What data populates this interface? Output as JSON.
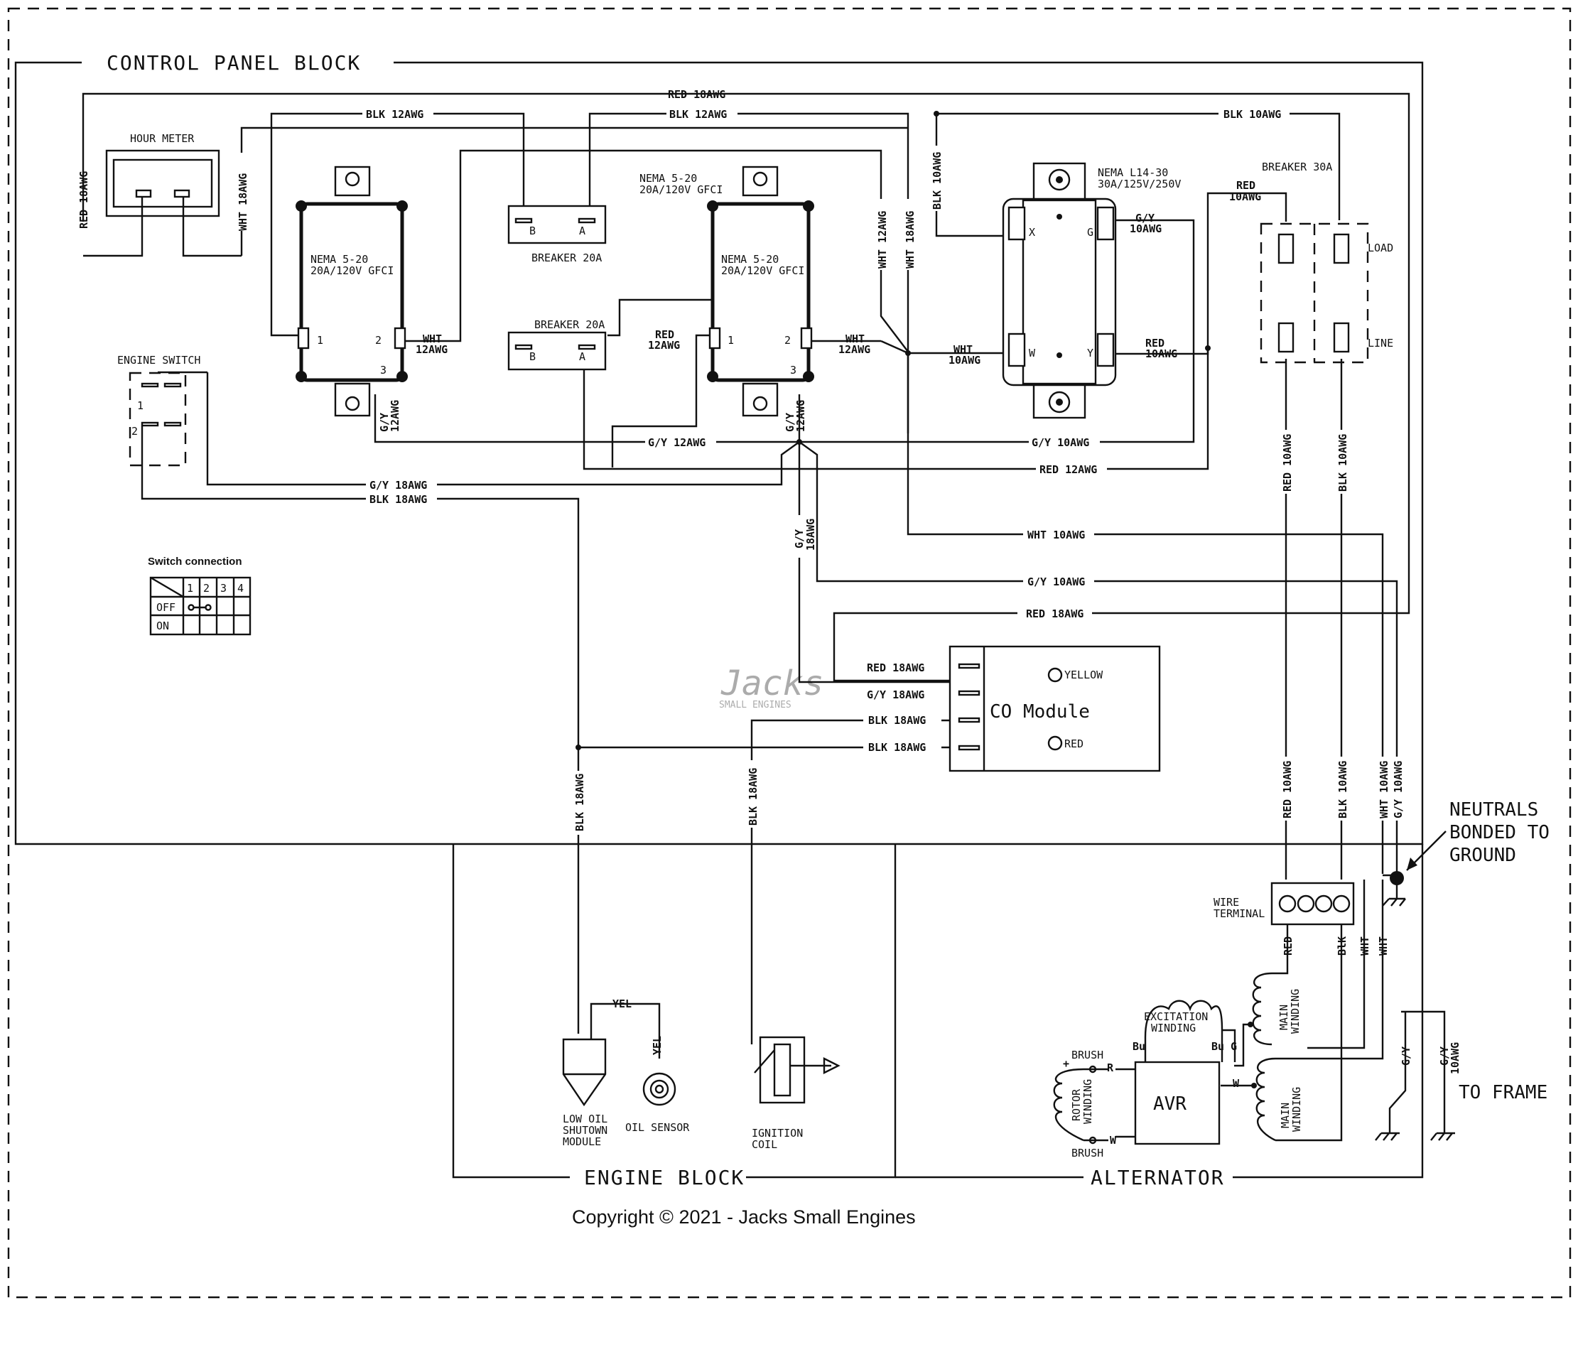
{
  "blocks": {
    "control_panel": "CONTROL PANEL BLOCK",
    "engine": "ENGINE BLOCK",
    "alternator": "ALTERNATOR"
  },
  "components": {
    "hour_meter": "HOUR METER",
    "engine_switch": "ENGINE SWITCH",
    "gfci_left": [
      "NEMA 5-20",
      "20A/120V GFCI"
    ],
    "gfci_right_top": [
      "NEMA 5-20",
      "20A/120V GFCI"
    ],
    "gfci_right": [
      "NEMA 5-20",
      "20A/120V GFCI"
    ],
    "breaker_top": "BREAKER 20A",
    "breaker_mid": "BREAKER 20A",
    "l14_30": [
      "NEMA L14-30",
      "30A/125V/250V"
    ],
    "breaker_30": "BREAKER 30A",
    "breaker_30_load": "LOAD",
    "breaker_30_line": "LINE",
    "co_module": "CO Module",
    "co_yellow": "YELLOW",
    "co_red": "RED",
    "wire_terminal": [
      "WIRE",
      "TERMINAL"
    ],
    "low_oil": [
      "LOW OIL",
      "SHUTOWN",
      "MODULE"
    ],
    "oil_sensor": "OIL SENSOR",
    "ignition_coil": [
      "IGNITION",
      "COIL"
    ],
    "excitation": [
      "EXCITATION",
      "WINDING"
    ],
    "rotor": [
      "ROTOR",
      "WINDING"
    ],
    "main_winding": [
      "MAIN",
      "WINDING"
    ],
    "brush": "BRUSH",
    "avr": "AVR",
    "neutrals": [
      "NEUTRALS",
      "BONDED TO",
      "GROUND"
    ],
    "to_frame": "TO FRAME"
  },
  "terminals": {
    "a": "A",
    "b": "B",
    "x": "X",
    "y": "Y",
    "w": "W",
    "g": "G",
    "one": "1",
    "two": "2",
    "three": "3",
    "four": "4",
    "plus": "+",
    "r": "R",
    "bu": "Bu"
  },
  "switch_table": {
    "title": "Switch connection",
    "cols": [
      "1",
      "2",
      "3",
      "4"
    ],
    "rows": [
      "OFF",
      "ON"
    ]
  },
  "wires": {
    "red18": "RED 18AWG",
    "blk12": "BLK 12AWG",
    "blk10": "BLK 10AWG",
    "wht18": "WHT 18AWG",
    "wht12": [
      "WHT",
      "12AWG"
    ],
    "wht12v": "WHT 12AWG",
    "red12": [
      "RED",
      "12AWG"
    ],
    "red12h": "RED 12AWG",
    "wht10": [
      "WHT",
      "10AWG"
    ],
    "wht10h": "WHT 10AWG",
    "red10": [
      "RED",
      "10AWG"
    ],
    "red10v": "RED 10AWG",
    "blk10v": "BLK 10AWG",
    "gy10": [
      "G/Y",
      "10AWG"
    ],
    "gy10h": "G/Y 10AWG",
    "gy12": [
      "G/Y",
      "12AWG"
    ],
    "gy12h": "G/Y 12AWG",
    "gy18": "G/Y 18AWG",
    "gy18v": [
      "G/Y",
      "18AWG"
    ],
    "blk18": "BLK 18AWG",
    "wht10v": "WHT 10AWG",
    "gy10v": "G/Y 10AWG",
    "red": "RED",
    "blk": "BlK",
    "wht": "WHT",
    "yel": "YEL",
    "gy": "G/Y",
    "w": "W",
    "g": "G"
  },
  "watermark": {
    "logo": "Jacks",
    "logo_sub": "SMALL ENGINES",
    "copyright": "Copyright © 2021 - Jacks Small Engines"
  }
}
